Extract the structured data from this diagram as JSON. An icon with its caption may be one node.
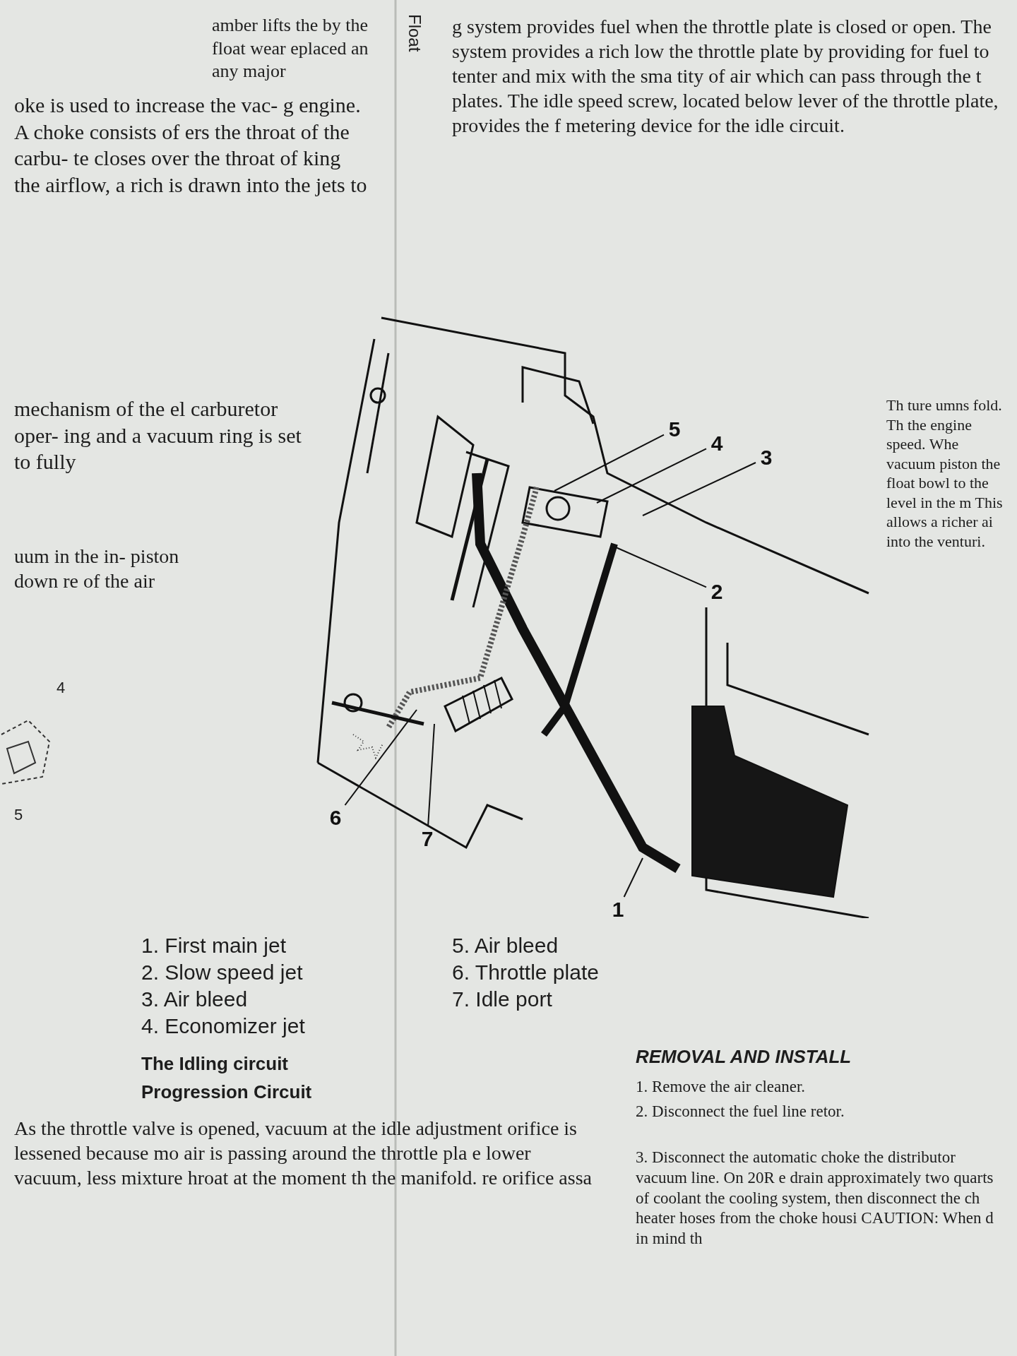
{
  "diagram": {
    "nodes": [
      {
        "text": [
          "5"
        ]
      },
      {
        "text": [
          "4"
        ]
      },
      {
        "text": [
          "3"
        ]
      },
      {
        "text": [
          "2"
        ]
      },
      {
        "text": [
          "6"
        ]
      },
      {
        "text": [
          "7"
        ]
      },
      {
        "text": [
          "1"
        ]
      }
    ],
    "edges": [
      {
        "from": 0,
        "to": null,
        "arrow": "none"
      },
      {
        "from": 1,
        "to": null,
        "arrow": "none"
      },
      {
        "from": 2,
        "to": null,
        "arrow": "none"
      },
      {
        "from": 3,
        "to": null,
        "arrow": "none"
      },
      {
        "from": 4,
        "to": null,
        "arrow": "none"
      },
      {
        "from": 5,
        "to": null,
        "arrow": "none"
      },
      {
        "from": 6,
        "to": null,
        "arrow": "none"
      }
    ],
    "labels": [
      "amber lifts the by the float wear eplaced an any major",
      "oke is used to increase the vac- g engine. A choke consists of ers the throat of the carbu- te closes over the throat of king the airflow, a rich is drawn into the jets to",
      "mechanism of the el carburetor oper- ing and a vacuum ring is set to fully",
      "uum in the in- piston down re of the air",
      "4",
      "5",
      "Float",
      "g system provides fuel when the throttle plate is closed or open. The system provides a rich low the throttle plate by providing for fuel to tenter and mix with the sma tity of air which can pass through the t plates. The idle speed screw, located below lever of the throttle plate, provides the f metering device for the idle circuit.",
      "1. First main jet",
      "2. Slow speed jet",
      "3. Air bleed",
      "4. Economizer jet",
      "5. Air bleed",
      "6. Throttle plate",
      "7. Idle port",
      "The Idling circuit",
      "Progression Circuit",
      "As the throttle valve is opened, vacuum at the idle adjustment orifice is lessened because mo air is passing around the throttle pla e lower vacuum, less mixture hroat at the moment th the manifold. re orifice assa",
      "Th ture umns fold. Th the engine speed. Whe vacuum piston the float bowl to the level in the m This allows a richer ai into the venturi.",
      "REMOVAL AND INSTALL",
      "1. Remove the air cleaner.",
      "2. Disconnect the fuel line retor.",
      "3. Disconnect the automatic choke the distributor vacuum line. On 20R e drain approximately two quarts of coolant the cooling system, then disconnect the ch heater hoses from the choke housi CAUTION: When d in mind th"
    ]
  }
}
